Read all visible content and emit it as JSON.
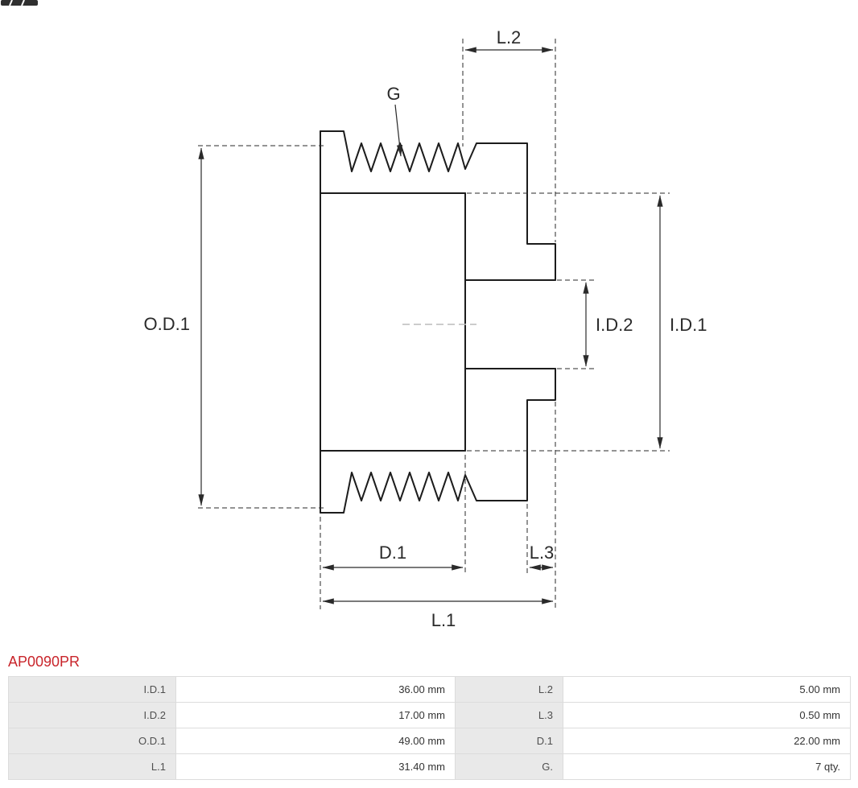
{
  "part_number": "AP0090PR",
  "diagram": {
    "labels": {
      "od1": "O.D.1",
      "id1": "I.D.1",
      "id2": "I.D.2",
      "d1": "D.1",
      "l1": "L.1",
      "l2": "L.2",
      "l3": "L.3",
      "g": "G"
    }
  },
  "spec_table": {
    "rows": [
      {
        "cells": [
          "I.D.1",
          "36.00 mm",
          "L.2",
          "5.00 mm"
        ]
      },
      {
        "cells": [
          "I.D.2",
          "17.00 mm",
          "L.3",
          "0.50 mm"
        ]
      },
      {
        "cells": [
          "O.D.1",
          "49.00 mm",
          "D.1",
          "22.00 mm"
        ]
      },
      {
        "cells": [
          "L.1",
          "31.40 mm",
          "G.",
          "7 qty."
        ]
      }
    ]
  },
  "colors": {
    "part_number": "#c9252b",
    "drawing_line": "#1c1c1c",
    "table_label_bg": "#e9e9e9",
    "table_border": "#dcdcdc"
  }
}
